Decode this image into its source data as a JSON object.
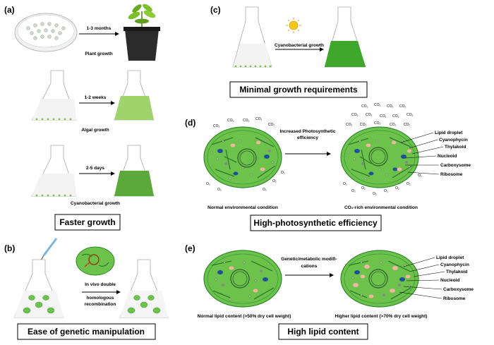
{
  "panels": {
    "a": {
      "label": "(a)",
      "plant_arrow": "1-3 months",
      "plant_caption": "Plant growth",
      "algal_arrow": "1-2 weeks",
      "algal_caption": "Algal growth",
      "cyano_arrow": "2-5 days",
      "cyano_caption": "Cyanobacterial growth",
      "title": "Faster growth"
    },
    "b": {
      "label": "(b)",
      "arrow_text_1": "In vivo double",
      "arrow_text_2": "homologous",
      "arrow_text_3": "recombination",
      "title": "Ease of genetic manipulation"
    },
    "c": {
      "label": "(c)",
      "arrow_text": "Cyanobacterial growth",
      "title": "Minimal growth requirements"
    },
    "d": {
      "label": "(d)",
      "arrow_text_1": "Increased Photosynthetic",
      "arrow_text_2": "efficiency",
      "left_caption": "Normal environmental condition",
      "right_caption": "CO₂-rich environmental condition",
      "title": "High-photosynthetic efficiency",
      "co2": "CO₂",
      "o2": "O₂",
      "parts": [
        "Lipid droplet",
        "Cyanophycin",
        "Thylakoid",
        "Nucleoid",
        "Carboxysome",
        "Ribosome"
      ]
    },
    "e": {
      "label": "(e)",
      "arrow_text_1": "Genetic/metabolic modifi-",
      "arrow_text_2": "cations",
      "left_caption": "Normal lipid content (>50% dry cell weight)",
      "right_caption": "Higher lipid content (>70% dry cell weight)",
      "title": "High lipid content",
      "parts": [
        "Lipid droplet",
        "Cyanophycin",
        "Thylakoid",
        "Nucleoid",
        "Carboxysome",
        "Ribosome"
      ]
    }
  },
  "colors": {
    "cell_fill": "#6cc24a",
    "cell_stroke": "#2e8b2e",
    "algal_medium": "#9ed46b",
    "cyano_medium": "#5aa93a",
    "dark_blue": "#1f4e9c",
    "pink": "#f2b6a0"
  }
}
